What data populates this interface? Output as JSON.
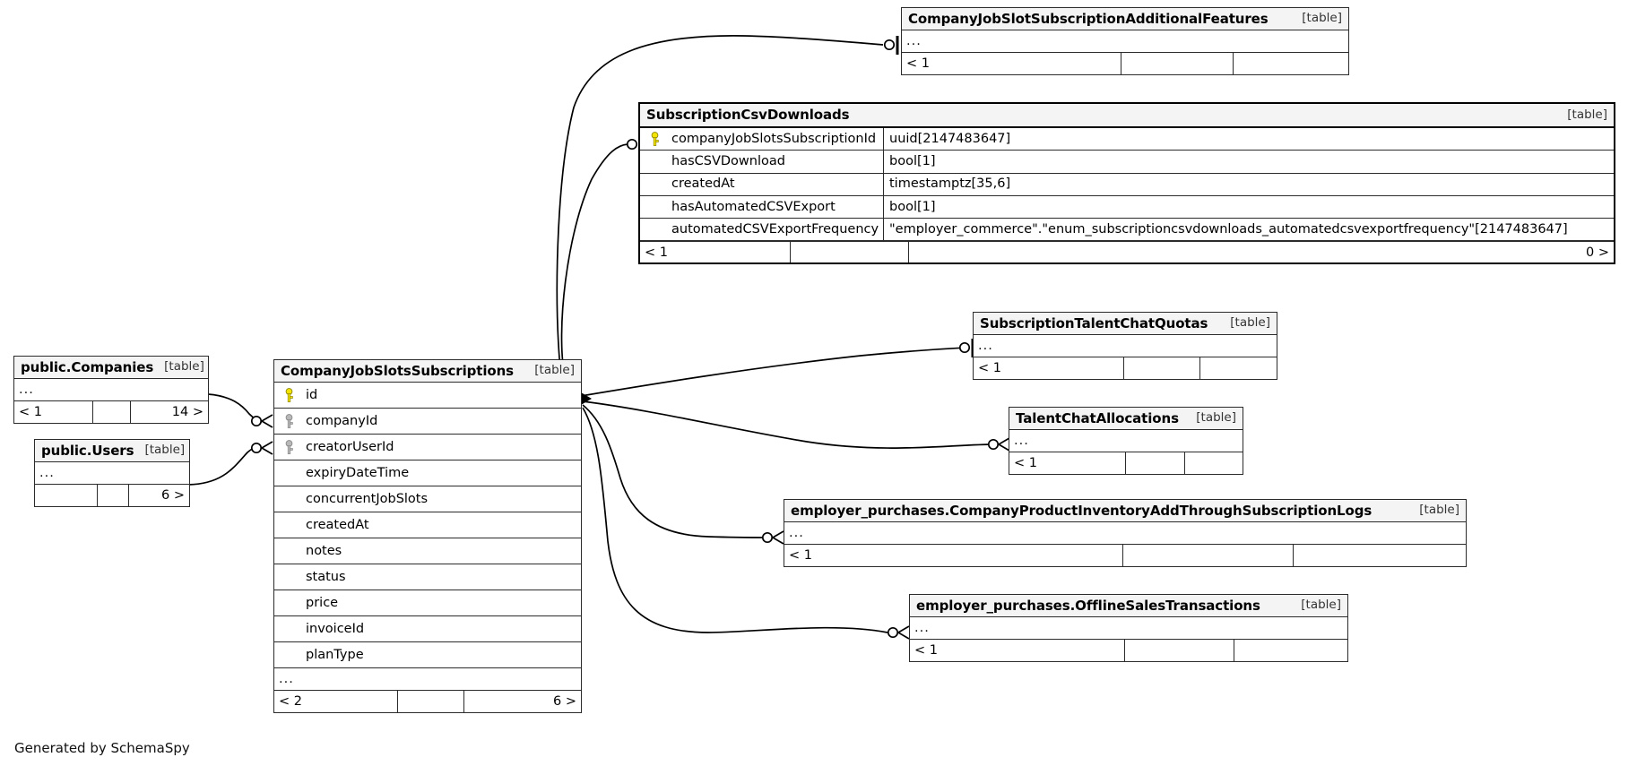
{
  "diagram": {
    "generator_caption": "Generated by SchemaSpy",
    "table_tag": "[table]",
    "ellipsis": "...",
    "colors": {
      "primary_key": "#f2e400",
      "foreign_key": "#b0b0b0",
      "header_bg": "#f4f4f4",
      "border": "#2b2b2b",
      "background": "#ffffff"
    }
  },
  "tables": {
    "additional_features": {
      "name": "CompanyJobSlotSubscriptionAdditionalFeatures",
      "tag": "[table]",
      "body_ellipsis": "...",
      "footer": {
        "left": "< 1",
        "middle": "",
        "right": ""
      }
    },
    "csv_downloads": {
      "name": "SubscriptionCsvDownloads",
      "tag": "[table]",
      "columns": [
        {
          "key": "primary",
          "name": "companyJobSlotsSubscriptionId",
          "type": "uuid[2147483647]"
        },
        {
          "key": "none",
          "name": "hasCSVDownload",
          "type": "bool[1]"
        },
        {
          "key": "none",
          "name": "createdAt",
          "type": "timestamptz[35,6]"
        },
        {
          "key": "none",
          "name": "hasAutomatedCSVExport",
          "type": "bool[1]"
        },
        {
          "key": "none",
          "name": "automatedCSVExportFrequency",
          "type": "\"employer_commerce\".\"enum_subscriptioncsvdownloads_automatedcsvexportfrequency\"[2147483647]"
        }
      ],
      "footer": {
        "left": "< 1",
        "middle": "",
        "right": "0 >"
      }
    },
    "companies": {
      "name": "public.Companies",
      "tag": "[table]",
      "body_ellipsis": "...",
      "footer": {
        "left": "< 1",
        "middle": "",
        "right": "14 >"
      }
    },
    "users": {
      "name": "public.Users",
      "tag": "[table]",
      "body_ellipsis": "...",
      "footer": {
        "left": "",
        "middle": "",
        "right": "6 >"
      }
    },
    "subscriptions": {
      "name": "CompanyJobSlotsSubscriptions",
      "tag": "[table]",
      "columns": [
        {
          "key": "primary",
          "name": "id"
        },
        {
          "key": "foreign",
          "name": "companyId"
        },
        {
          "key": "foreign",
          "name": "creatorUserId"
        },
        {
          "key": "none",
          "name": "expiryDateTime"
        },
        {
          "key": "none",
          "name": "concurrentJobSlots"
        },
        {
          "key": "none",
          "name": "createdAt"
        },
        {
          "key": "none",
          "name": "notes"
        },
        {
          "key": "none",
          "name": "status"
        },
        {
          "key": "none",
          "name": "price"
        },
        {
          "key": "none",
          "name": "invoiceId"
        },
        {
          "key": "none",
          "name": "planType"
        }
      ],
      "body_ellipsis": "...",
      "footer": {
        "left": "< 2",
        "middle": "",
        "right": "6 >"
      }
    },
    "talent_chat_quotas": {
      "name": "SubscriptionTalentChatQuotas",
      "tag": "[table]",
      "body_ellipsis": "...",
      "footer": {
        "left": "< 1",
        "middle": "",
        "right": ""
      }
    },
    "talent_chat_allocations": {
      "name": "TalentChatAllocations",
      "tag": "[table]",
      "body_ellipsis": "...",
      "footer": {
        "left": "< 1",
        "middle": "",
        "right": ""
      }
    },
    "inventory_add_logs": {
      "name": "employer_purchases.CompanyProductInventoryAddThroughSubscriptionLogs",
      "tag": "[table]",
      "body_ellipsis": "...",
      "footer": {
        "left": "< 1",
        "middle": "",
        "right": ""
      }
    },
    "offline_sales": {
      "name": "employer_purchases.OfflineSalesTransactions",
      "tag": "[table]",
      "body_ellipsis": "...",
      "footer": {
        "left": "< 1",
        "middle": "",
        "right": ""
      }
    }
  }
}
